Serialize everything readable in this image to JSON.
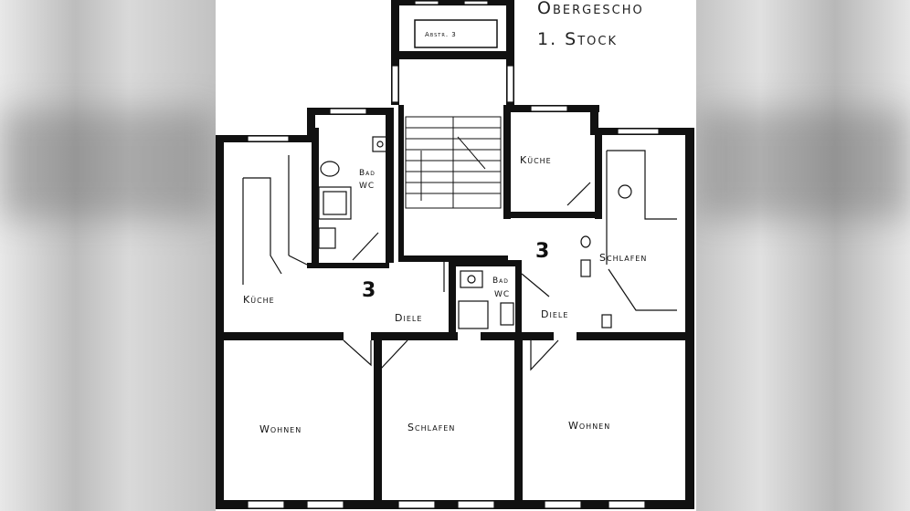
{
  "title": {
    "line1": "Obergescho",
    "line2": "1. Stock"
  },
  "annotations": {
    "apartment_left": "3",
    "apartment_right": "3"
  },
  "rooms": {
    "abstr": "Abstr. 3",
    "bad_left": "Bad",
    "wc_left": "WC",
    "kuche_left": "Küche",
    "diele_left": "Diele",
    "bad_right": "Bad",
    "wc_right": "WC",
    "diele_right": "Diele",
    "kuche_right": "Küche",
    "schlafen_right": "Schlafen",
    "wohnen_left": "Wohnen",
    "schlafen_mid": "Schlafen",
    "wohnen_right": "Wohnen"
  },
  "colors": {
    "wall": "#111111",
    "paper": "#ffffff"
  }
}
